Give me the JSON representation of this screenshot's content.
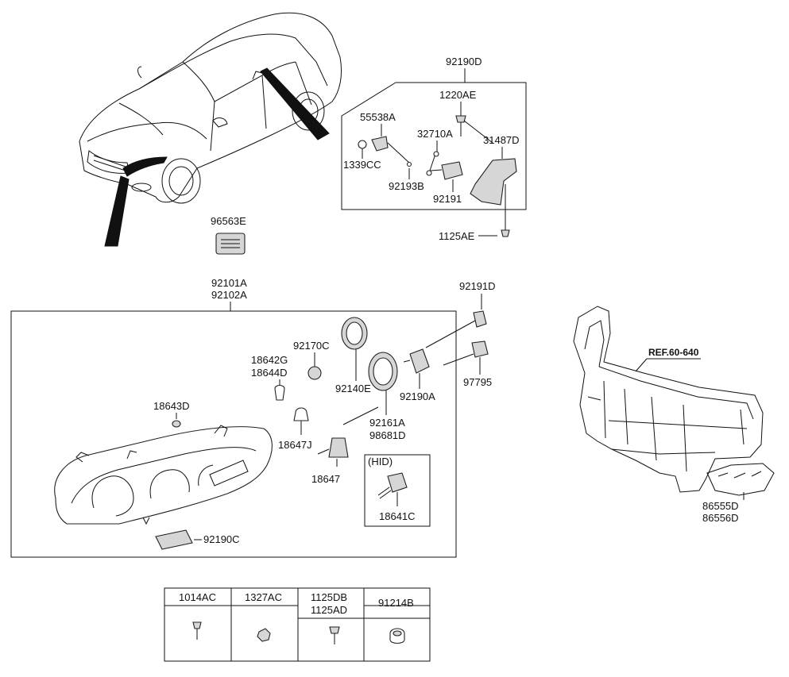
{
  "labels": {
    "p92190D": "92190D",
    "p1220AE": "1220AE",
    "p55538A": "55538A",
    "p32710A": "32710A",
    "p31487D": "31487D",
    "p1339CC": "1339CC",
    "p92193B": "92193B",
    "p92191": "92191",
    "p1125AE": "1125AE",
    "p96563E": "96563E",
    "p92101A": "92101A",
    "p92102A": "92102A",
    "p92191D": "92191D",
    "p92170C": "92170C",
    "p18642G": "18642G",
    "p18644D": "18644D",
    "p92140E": "92140E",
    "p92190A": "92190A",
    "p97795": "97795",
    "p18643D": "18643D",
    "p92161A": "92161A",
    "p98681D": "98681D",
    "p18647J": "18647J",
    "p18647": "18647",
    "hid": "(HID)",
    "p18641C": "18641C",
    "p92190C": "92190C",
    "ref": "REF.60-640",
    "p86555D": "86555D",
    "p86556D": "86556D"
  },
  "fastener_table": {
    "headers": [
      "1014AC",
      "1327AC",
      "1125DB",
      "91214B"
    ],
    "header_second_line": "1125AD"
  }
}
